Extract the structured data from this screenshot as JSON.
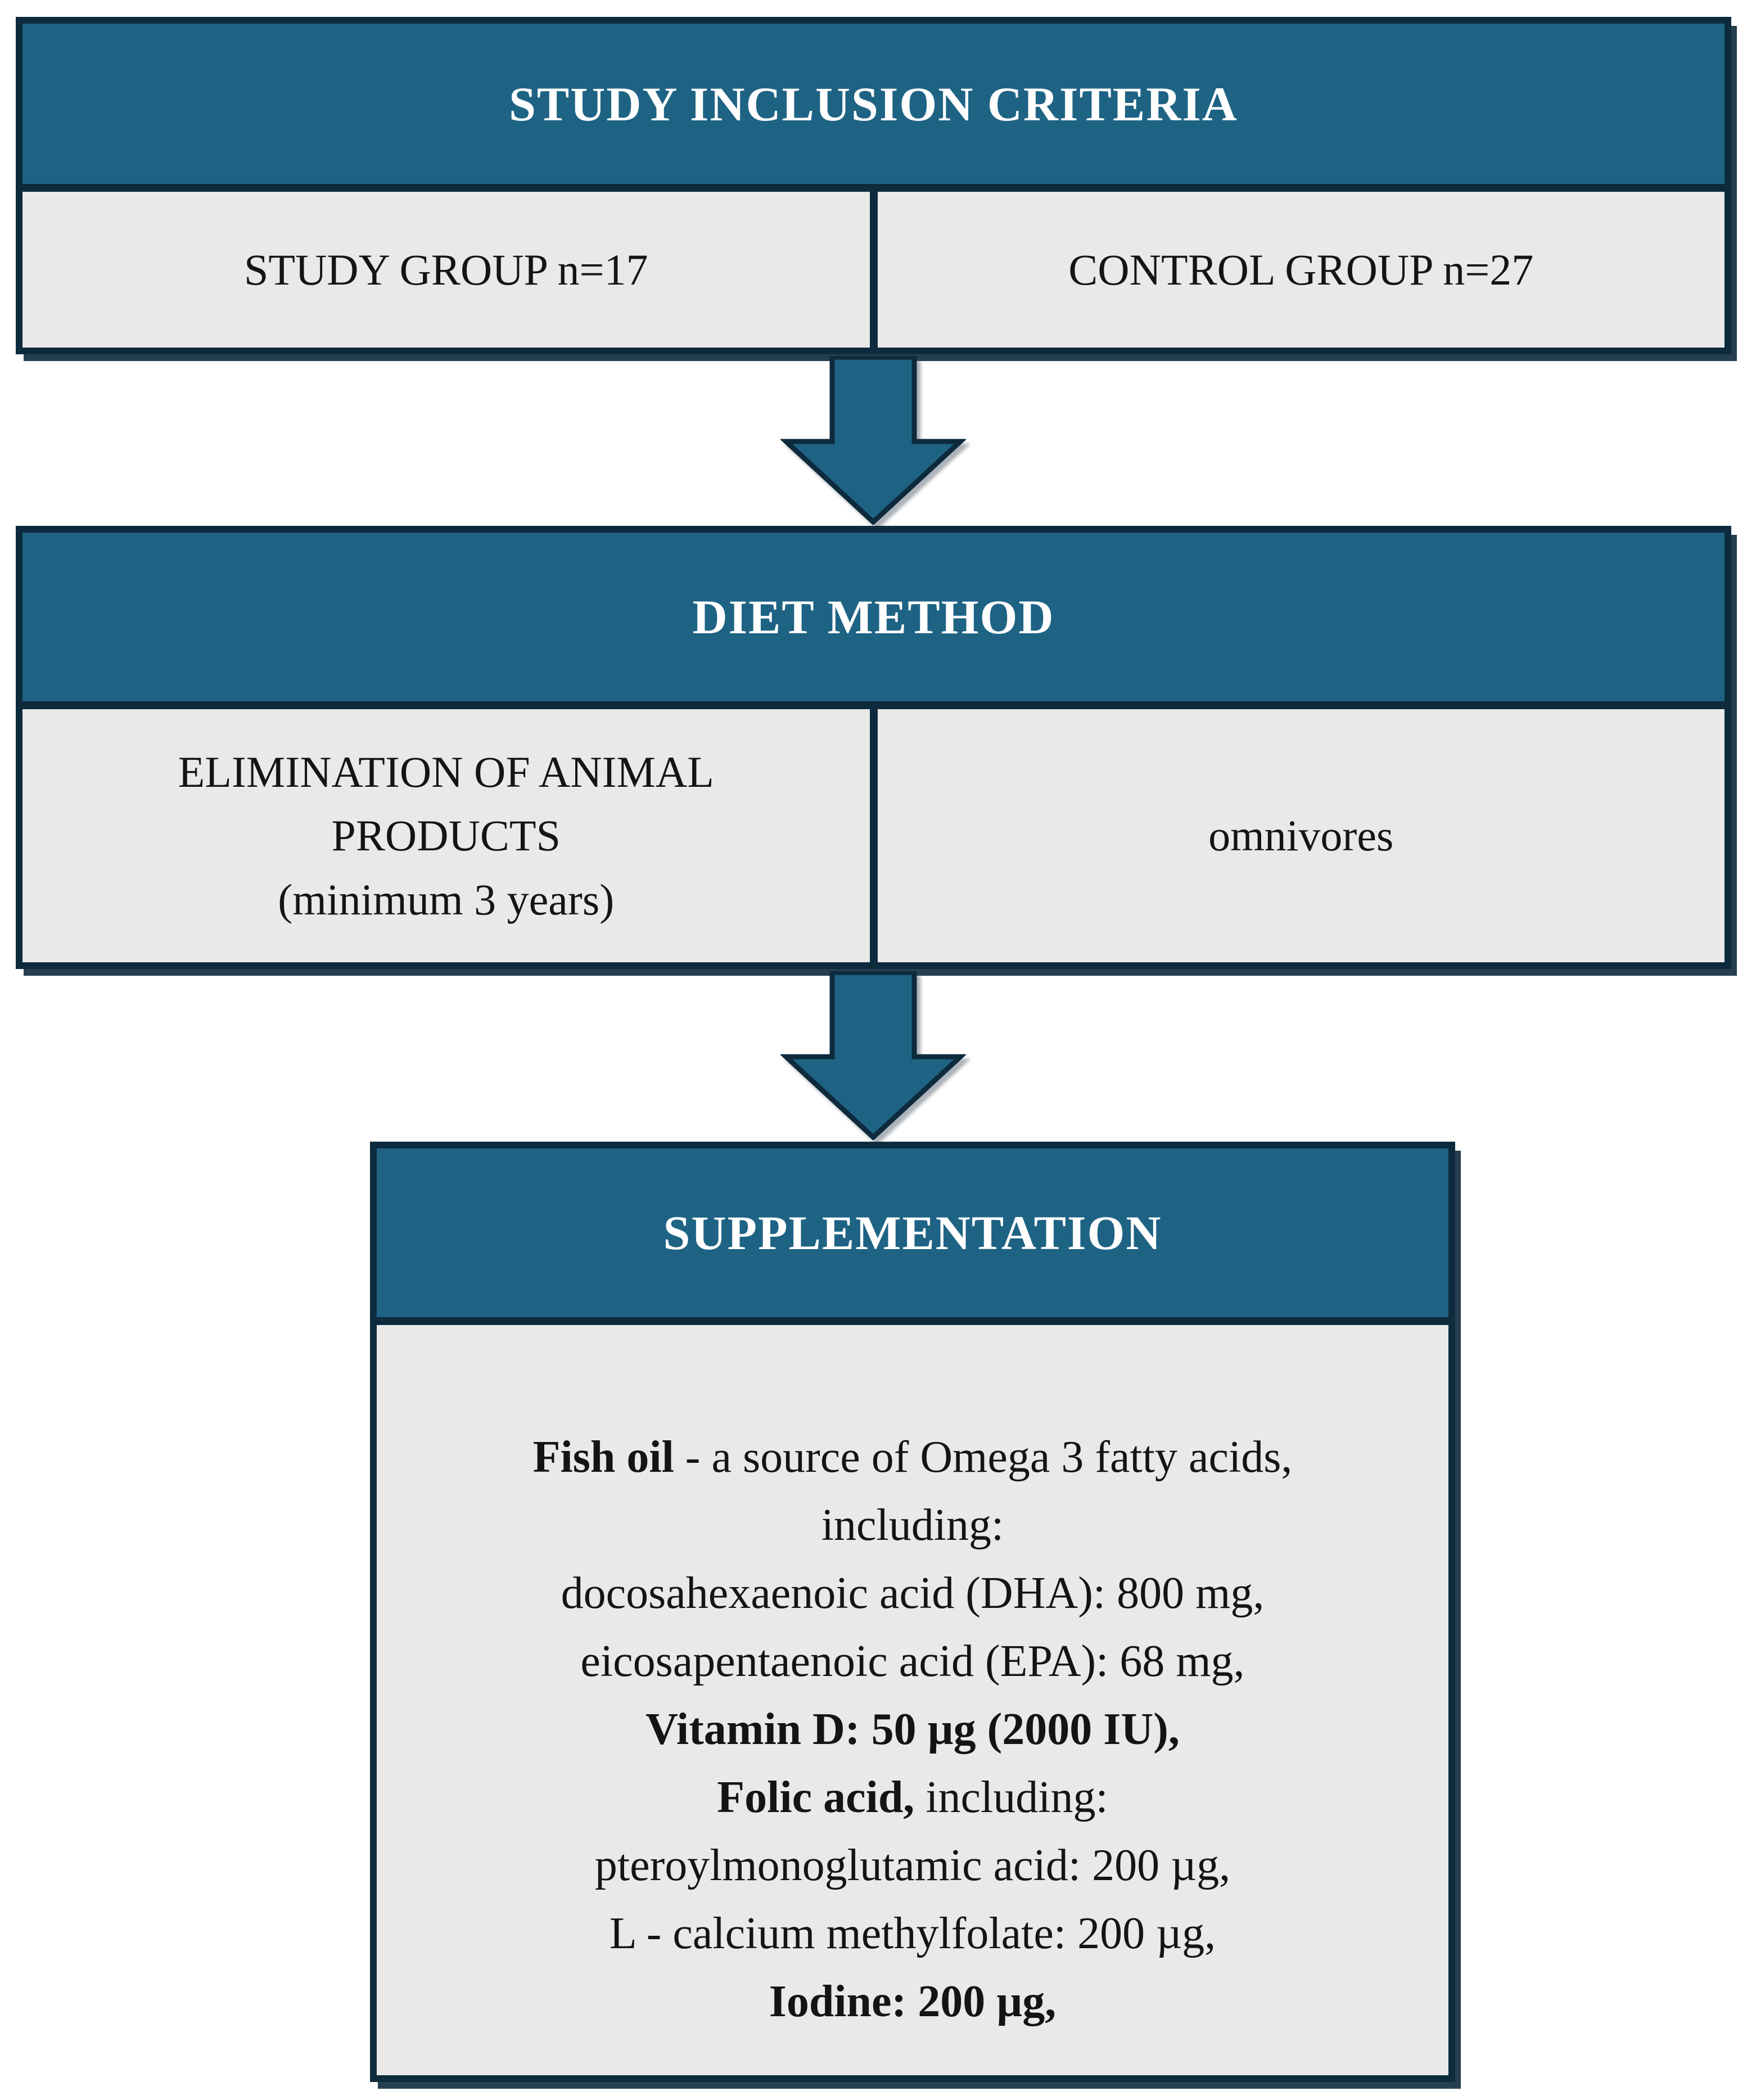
{
  "palette": {
    "teal": "#1e6384",
    "navy_border": "#0e2a3d",
    "cell_gray": "#e9e9e9",
    "header_text": "#ffffff",
    "body_text": "#141414"
  },
  "icons": {
    "arrow": "down-block-arrow"
  },
  "diagram": {
    "step1": {
      "header": "STUDY INCLUSION CRITERIA",
      "left_cell": "STUDY GROUP n=17",
      "right_cell": "CONTROL GROUP n=27"
    },
    "step2": {
      "header": "DIET METHOD",
      "left_cell": "ELIMINATION OF ANIMAL\nPRODUCTS\n(minimum 3 years)",
      "right_cell": "omnivores"
    },
    "step3": {
      "header": "SUPPLEMENTATION",
      "lines": [
        [
          {
            "text": "Fish oil",
            "bold": true
          },
          {
            "text": " - a source of Omega 3 fatty acids,",
            "bold": false
          }
        ],
        [
          {
            "text": "including:",
            "bold": false
          }
        ],
        [
          {
            "text": "docosahexaenoic acid (DHA): 800 mg,",
            "bold": false
          }
        ],
        [
          {
            "text": "eicosapentaenoic acid (EPA): 68 mg,",
            "bold": false
          }
        ],
        [
          {
            "text": "Vitamin D: 50 µg (2000 IU),",
            "bold": true
          }
        ],
        [
          {
            "text": "Folic acid,",
            "bold": true
          },
          {
            "text": " including:",
            "bold": false
          }
        ],
        [
          {
            "text": "pteroylmonoglutamic acid: 200 µg,",
            "bold": false
          }
        ],
        [
          {
            "text": "L - calcium methylfolate: 200 µg,",
            "bold": false
          }
        ],
        [
          {
            "text": "Iodine: 200 µg,",
            "bold": true
          }
        ]
      ]
    }
  }
}
